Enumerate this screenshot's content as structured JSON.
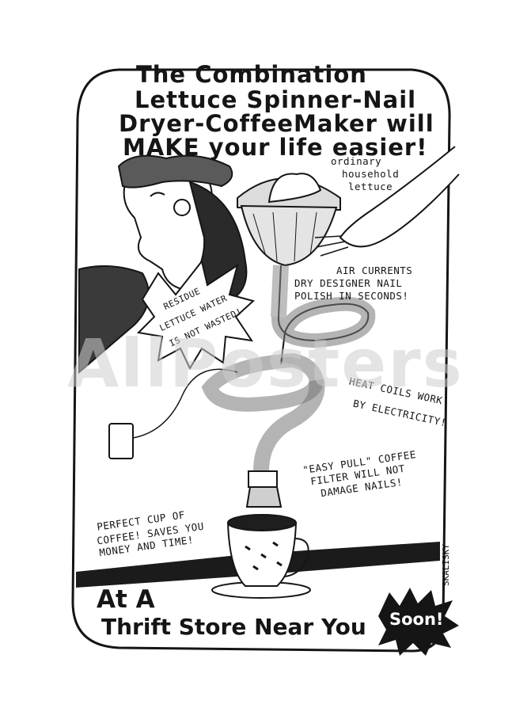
{
  "title": {
    "line1": "The Combination",
    "line2": "Lettuce Spinner-Nail",
    "line3": "Dryer-CoffeeMaker will",
    "line4": "MAKE your life easier!"
  },
  "labels": {
    "lettuce_1": "ordinary",
    "lettuce_2": "household",
    "lettuce_3": "lettuce",
    "air_1": "AIR CURRENTS",
    "air_2": "DRY DESIGNER NAIL",
    "air_3": "POLISH IN SECONDS!",
    "residue_1": "RESIDUE",
    "residue_2": "LETTUCE WATER",
    "residue_3": "IS NOT WASTED!",
    "heat_1": "HEAT COILS WORK",
    "heat_2": "BY ELECTRICITY!",
    "filter_1": "\"EASY PULL\" COFFEE",
    "filter_2": "FILTER WILL NOT",
    "filter_3": "DAMAGE NAILS!",
    "coffee_1": "PERFECT CUP OF",
    "coffee_2": "COFFEE! SAVES YOU",
    "coffee_3": "MONEY AND TIME!"
  },
  "bottom": {
    "line1": "At A",
    "line2": "Thrift Store Near You",
    "soon": "Soon!"
  },
  "signature": "SKALISKY",
  "watermark": "AllPosters",
  "colors": {
    "ink": "#151515",
    "paper": "#ffffff",
    "watermark": "#cdcdcd"
  }
}
